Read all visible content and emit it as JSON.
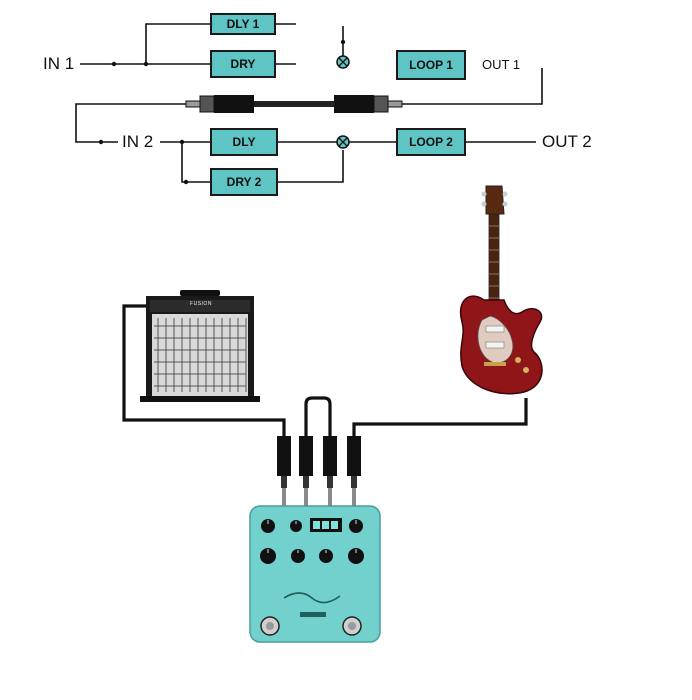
{
  "signal_flow": {
    "inputs": {
      "in1": "IN 1",
      "in2": "IN 2"
    },
    "outputs": {
      "out1": "OUT 1",
      "out2": "OUT 2"
    },
    "blocks": {
      "dly1": "DLY 1",
      "dry1": "DRY",
      "loop1": "LOOP 1",
      "dly2": "DLY",
      "dry2": "DRY 2",
      "loop2": "LOOP 2"
    }
  },
  "amp": {
    "brand": "FUSION"
  },
  "colors": {
    "block_fill": "#5ec4c4",
    "pedal_body": "#72d1cd",
    "guitar_body": "#8f1519",
    "cable": "#111111"
  }
}
